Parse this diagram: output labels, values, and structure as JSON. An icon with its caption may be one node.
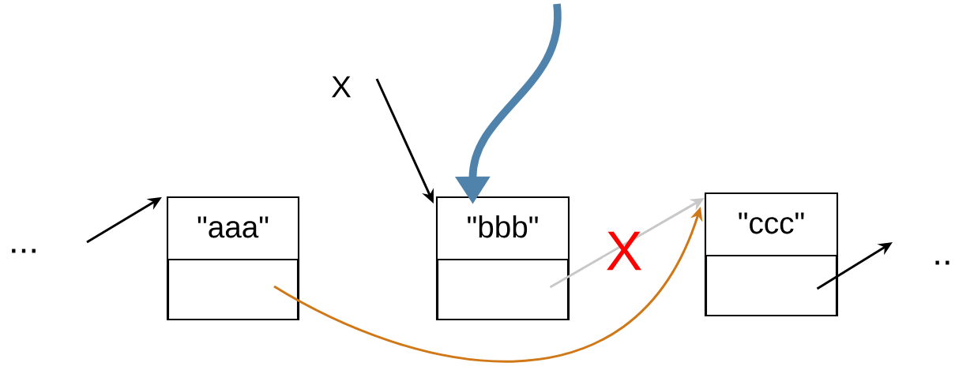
{
  "diagram": {
    "nodes": [
      {
        "text": [
          "\"aaa\""
        ]
      },
      {
        "text": [],
        "shape": "box",
        "in": 0
      },
      {
        "text": [
          "\"bbb\""
        ]
      },
      {
        "text": [],
        "shape": "box",
        "in": 2
      },
      {
        "text": [
          "\"ccc\""
        ]
      },
      {
        "text": [],
        "shape": "box",
        "in": 4
      },
      {
        "text": [
          "X"
        ]
      }
    ],
    "edges": [
      {
        "from": null,
        "to": 0,
        "arrow": "to"
      },
      {
        "from": 6,
        "to": 2,
        "arrow": "to"
      },
      {
        "from": null,
        "to": 2,
        "arrow": "to",
        "style": "thick",
        "color": "#5083ab"
      },
      {
        "from": 3,
        "to": 4,
        "arrow": "to",
        "color": "#c8c8c8"
      },
      {
        "from": 1,
        "to": 4,
        "arrow": "to",
        "color": "#d07818"
      },
      {
        "from": 5,
        "to": null,
        "arrow": "to"
      }
    ],
    "labels": [
      "...",
      "X",
      ".."
    ]
  }
}
